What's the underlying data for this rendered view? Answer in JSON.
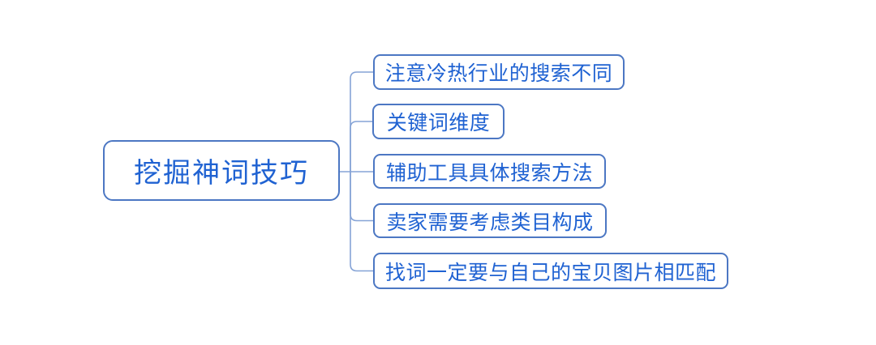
{
  "diagram": {
    "type": "mindmap",
    "root": {
      "label": "挖掘神词技巧"
    },
    "children": [
      {
        "label": "注意冷热行业的搜索不同"
      },
      {
        "label": "关键词维度"
      },
      {
        "label": "辅助工具具体搜索方法"
      },
      {
        "label": "卖家需要考虑类目构成"
      },
      {
        "label": "找词一定要与自己的宝贝图片相匹配"
      }
    ],
    "colors": {
      "background": "#ffffff",
      "node_border": "#4c77c3",
      "node_text": "#1f62d2",
      "connector": "#85a3d6"
    }
  }
}
